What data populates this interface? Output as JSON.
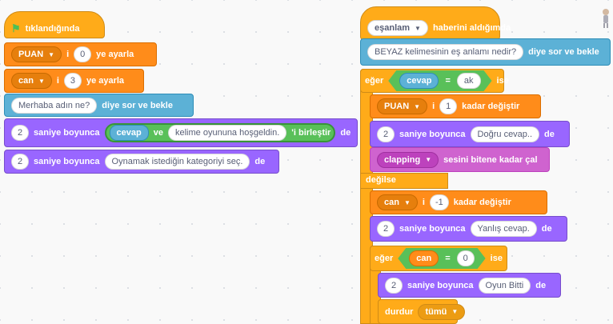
{
  "left_script": {
    "hat_label": "tıklandığında",
    "set_puan": {
      "var": "PUAN",
      "mid": "i",
      "value": "0",
      "end": "ye ayarla"
    },
    "set_can": {
      "var": "can",
      "mid": "i",
      "value": "3",
      "end": "ye ayarla"
    },
    "ask": {
      "question": "Merhaba  adın ne?",
      "end": "diye sor ve bekle"
    },
    "say_join": {
      "secs": "2",
      "mid": "saniye boyunca",
      "answer": "cevap",
      "and": "ve",
      "text": "kelime oyununa hoşgeldin.",
      "join": "'i birleştir",
      "end": "de"
    },
    "say_cat": {
      "secs": "2",
      "mid": "saniye boyunca",
      "text": "Oynamak istediğin kategoriyi seç.",
      "end": "de"
    }
  },
  "right_script": {
    "hat": {
      "message": "eşanlam",
      "label": "haberini aldığımda"
    },
    "ask": {
      "question": "BEYAZ kelimesinin eş anlamı nedir?",
      "end": "diye sor ve bekle"
    },
    "if1": {
      "label": "eğer",
      "answer": "cevap",
      "eq": "=",
      "value": "ak",
      "then": "ise"
    },
    "change_puan": {
      "var": "PUAN",
      "mid": "i",
      "value": "1",
      "end": "kadar değiştir"
    },
    "say_correct": {
      "secs": "2",
      "mid": "saniye boyunca",
      "text": "Doğru cevap..",
      "end": "de"
    },
    "sound": {
      "name": "clapping",
      "end": "sesini bitene kadar çal"
    },
    "else_label": "değilse",
    "change_can": {
      "var": "can",
      "mid": "i",
      "value": "-1",
      "end": "kadar değiştir"
    },
    "say_wrong": {
      "secs": "2",
      "mid": "saniye boyunca",
      "text": "Yanlış cevap.",
      "end": "de"
    },
    "if2": {
      "label": "eğer",
      "var": "can",
      "eq": "=",
      "value": "0",
      "then": "ise"
    },
    "say_over": {
      "secs": "2",
      "mid": "saniye boyunca",
      "text": "Oyun Bitti",
      "end": "de"
    },
    "stop": {
      "label": "durdur",
      "option": "tümü"
    }
  },
  "icons": {
    "flag": "green-flag-icon",
    "dropdown": "dropdown-caret-icon",
    "sprite": "sprite-thumbnail"
  },
  "colors": {
    "control": "#ffab19",
    "variables": "#ff8c1a",
    "sensing": "#5cb1d6",
    "looks": "#9966ff",
    "sound": "#cf63cf",
    "operators": "#59c059",
    "canvas": "#f9f9f9"
  }
}
